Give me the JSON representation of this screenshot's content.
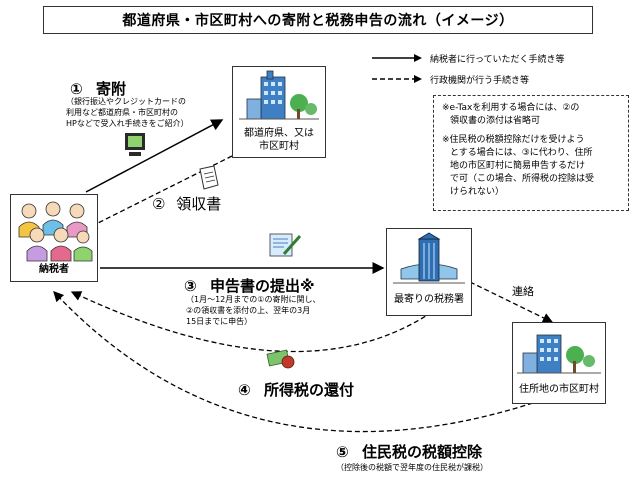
{
  "title": "都道府県・市区町村への寄附と税務申告の流れ（イメージ）",
  "legend": {
    "solid": "納税者に行っていただく手続き等",
    "dashed": "行政機関が行う手続き等"
  },
  "nodes": {
    "taxpayer": "納税者",
    "municipality_line1": "都道府県、又は",
    "municipality_line2": "市区町村",
    "tax_office": "最寄りの税務署",
    "residence_city": "住所地の市区町村"
  },
  "steps": {
    "s1_num": "①",
    "s1_label": "寄附",
    "s1_note_1": "（銀行振込やクレジットカードの",
    "s1_note_2": "利用など都道府県・市区町村の",
    "s1_note_3": "HPなどで受入れ手続きをご紹介）",
    "s2_num": "②",
    "s2_label": "領収書",
    "s3_num": "③",
    "s3_label": "申告書の提出※",
    "s3_note_1": "（1月～12月までの①の寄附に関し、",
    "s3_note_2": "②の領収書を添付の上、翌年の3月",
    "s3_note_3": "15日までに申告）",
    "s4_num": "④",
    "s4_label": "所得税の還付",
    "s5_num": "⑤",
    "s5_label": "住民税の税額控除",
    "s5_note": "（控除後の税額で翌年度の住民税が課税）",
    "contact": "連絡"
  },
  "note": {
    "line1": "※e-Taxを利用する場合には、②の",
    "line2": "領収書の添付は省略可",
    "line3": "※住民税の税額控除だけを受けよう",
    "line4": "とする場合には、③に代わり、住所",
    "line5": "地の市区町村に簡易申告するだけ",
    "line6": "で可（この場合、所得税の控除は受",
    "line7": "けられない）"
  }
}
